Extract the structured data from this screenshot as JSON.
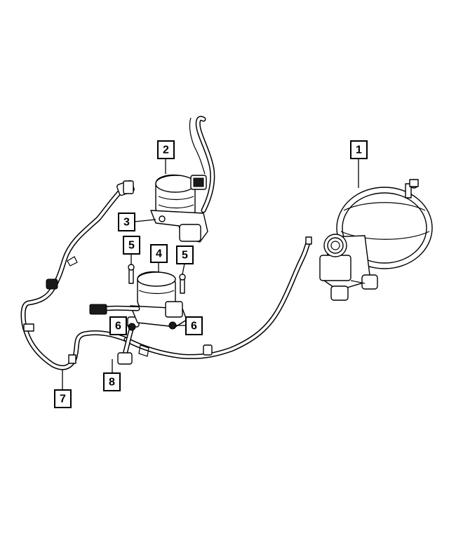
{
  "callouts": [
    {
      "id": "1",
      "label": "1"
    },
    {
      "id": "2",
      "label": "2"
    },
    {
      "id": "3",
      "label": "3"
    },
    {
      "id": "4",
      "label": "4"
    },
    {
      "id": "5a",
      "label": "5"
    },
    {
      "id": "5b",
      "label": "5"
    },
    {
      "id": "6a",
      "label": "6"
    },
    {
      "id": "6b",
      "label": "6"
    },
    {
      "id": "7",
      "label": "7"
    },
    {
      "id": "8",
      "label": "8"
    }
  ]
}
